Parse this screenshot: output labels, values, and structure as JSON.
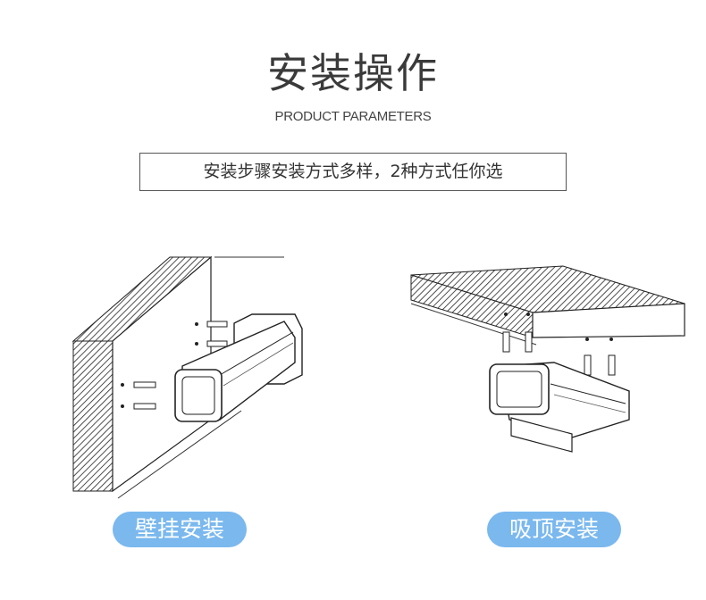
{
  "header": {
    "title": "安装操作",
    "subtitle": "PRODUCT PARAMETERS",
    "tagline": "安装步骤安装方式多样，2种方式任你选"
  },
  "methods": [
    {
      "label": "壁挂安装"
    },
    {
      "label": "吸顶安装"
    }
  ],
  "colors": {
    "accent": "#7ab8ee",
    "text": "#333333"
  }
}
